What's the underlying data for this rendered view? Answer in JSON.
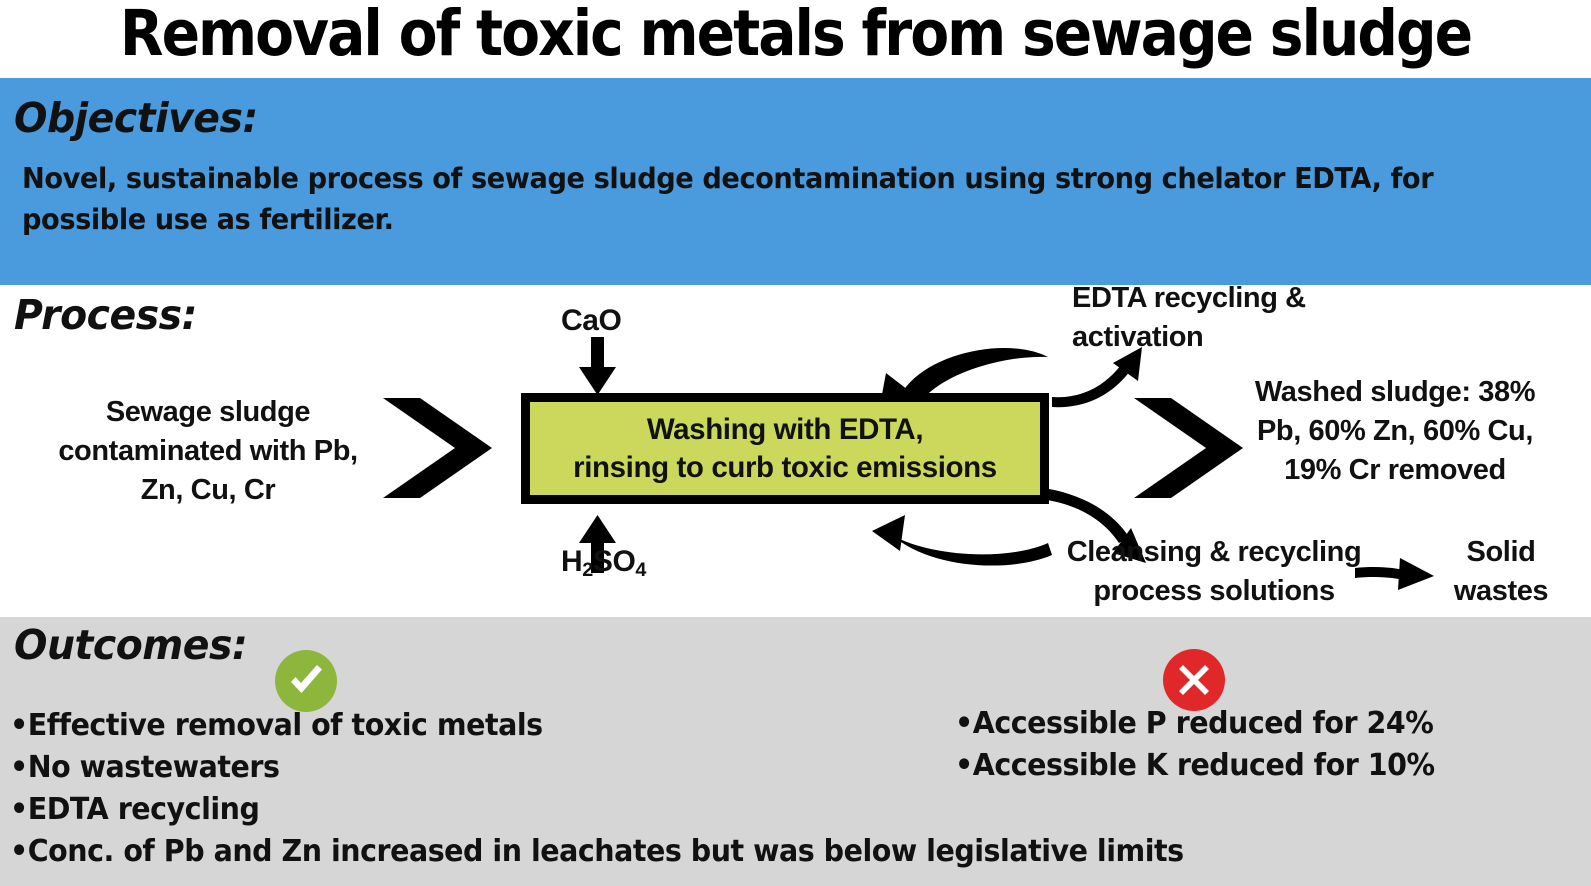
{
  "title": "Removal of toxic metals from sewage sludge",
  "colors": {
    "objectives_band": "#4a9bdd",
    "process_box_fill": "#cbd85c",
    "outcomes_band": "#d6d6d6",
    "check_badge": "#8cb63c",
    "cross_badge": "#e0272a",
    "text": "#111111"
  },
  "objectives": {
    "heading": "Objectives:",
    "body": "Novel, sustainable process of sewage sludge decontamination using strong chelator EDTA, for possible use as fertilizer."
  },
  "process": {
    "heading": "Process:",
    "input_label": "Sewage sludge contaminated with Pb, Zn, Cu, Cr",
    "reagent_top": "CaO",
    "reagent_bottom_formula": "H",
    "reagent_bottom_sub1": "2",
    "reagent_bottom_mid": "SO",
    "reagent_bottom_sub2": "4",
    "box_label": "Washing with EDTA,\nrinsing to curb toxic emissions",
    "recycling_label": "EDTA recycling & activation",
    "output_label": "Washed sludge: 38% Pb, 60% Zn, 60% Cu, 19% Cr removed",
    "cleansing_label": "Cleansing & recycling process solutions",
    "solid_wastes_label": "Solid wastes"
  },
  "outcomes": {
    "heading": "Outcomes:",
    "check_icon": "check-circle-icon",
    "cross_icon": "cross-circle-icon",
    "positive": [
      "•Effective removal of toxic metals",
      "•No wastewaters",
      "•EDTA recycling",
      "•Conc. of Pb and Zn increased in leachates but was below legislative limits"
    ],
    "negative": [
      "•Accessible P reduced for 24%",
      "•Accessible K reduced for 10%"
    ]
  }
}
